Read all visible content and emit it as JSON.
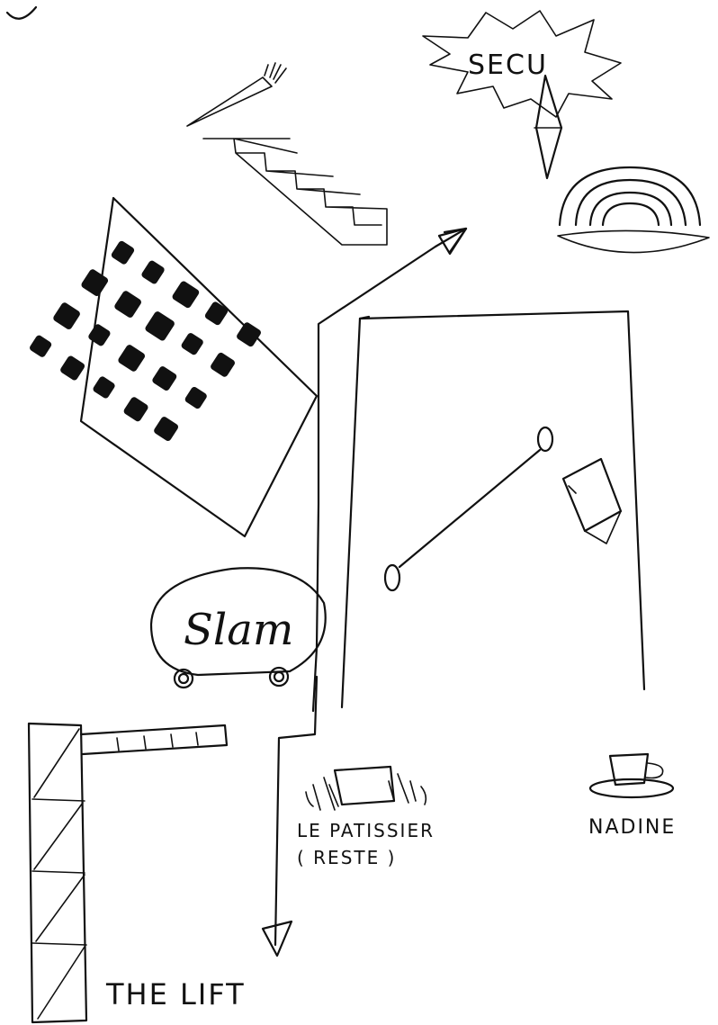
{
  "labels": {
    "secu": "SECU",
    "slam": "Slam",
    "patissier_line1": "LE PATISSIER",
    "patissier_line2": "( RESTE )",
    "nadine": "NADINE",
    "lift": "THE LIFT"
  },
  "ink_color": "#111111",
  "background": "#ffffff"
}
